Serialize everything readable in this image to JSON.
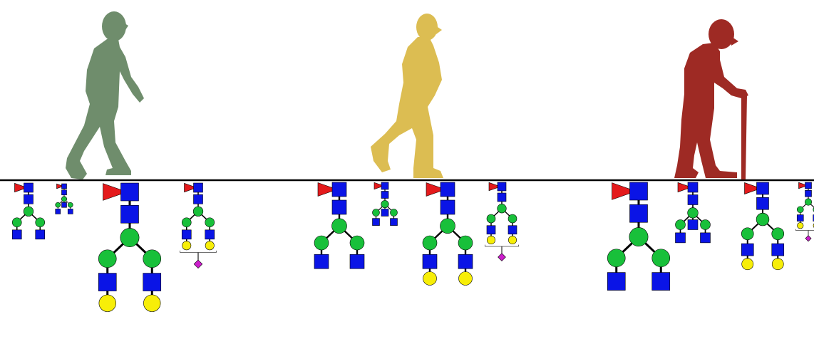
{
  "colors": {
    "background": "#ffffff",
    "timeline": "#000000",
    "young_person": "#6f8d6c",
    "middle_aged_person": "#dcbd52",
    "elderly_person": "#9e2a24",
    "fucose": "#e41a1c",
    "glcnac": "#0a14e6",
    "mannose": "#18c03a",
    "galactose": "#f7ee08",
    "sialic_acid": "#cc1fcc"
  },
  "figures": [
    {
      "name": "young-person",
      "stage": "young",
      "icon": "walking-person-icon"
    },
    {
      "name": "middle-aged-person",
      "stage": "middle-aged",
      "icon": "walking-person-icon"
    },
    {
      "name": "elderly-person",
      "stage": "elderly",
      "icon": "person-with-cane-icon"
    }
  ],
  "glycans": [
    {
      "stage": "young",
      "type": "agalacto-biantennary-core-fucose"
    },
    {
      "stage": "young",
      "type": "agalacto-bisected-core-fucose"
    },
    {
      "stage": "young",
      "type": "digalacto-biantennary-core-fucose"
    },
    {
      "stage": "young",
      "type": "sialylated-digalacto-core-fucose"
    },
    {
      "stage": "middle-aged",
      "type": "agalacto-biantennary-core-fucose"
    },
    {
      "stage": "middle-aged",
      "type": "agalacto-bisected-core-fucose"
    },
    {
      "stage": "middle-aged",
      "type": "digalacto-biantennary-core-fucose"
    },
    {
      "stage": "middle-aged",
      "type": "sialylated-digalacto-core-fucose"
    },
    {
      "stage": "elderly",
      "type": "agalacto-biantennary-core-fucose"
    },
    {
      "stage": "elderly",
      "type": "agalacto-bisected-core-fucose"
    },
    {
      "stage": "elderly",
      "type": "digalacto-biantennary-core-fucose"
    },
    {
      "stage": "elderly",
      "type": "sialylated-digalacto-core-fucose"
    }
  ]
}
